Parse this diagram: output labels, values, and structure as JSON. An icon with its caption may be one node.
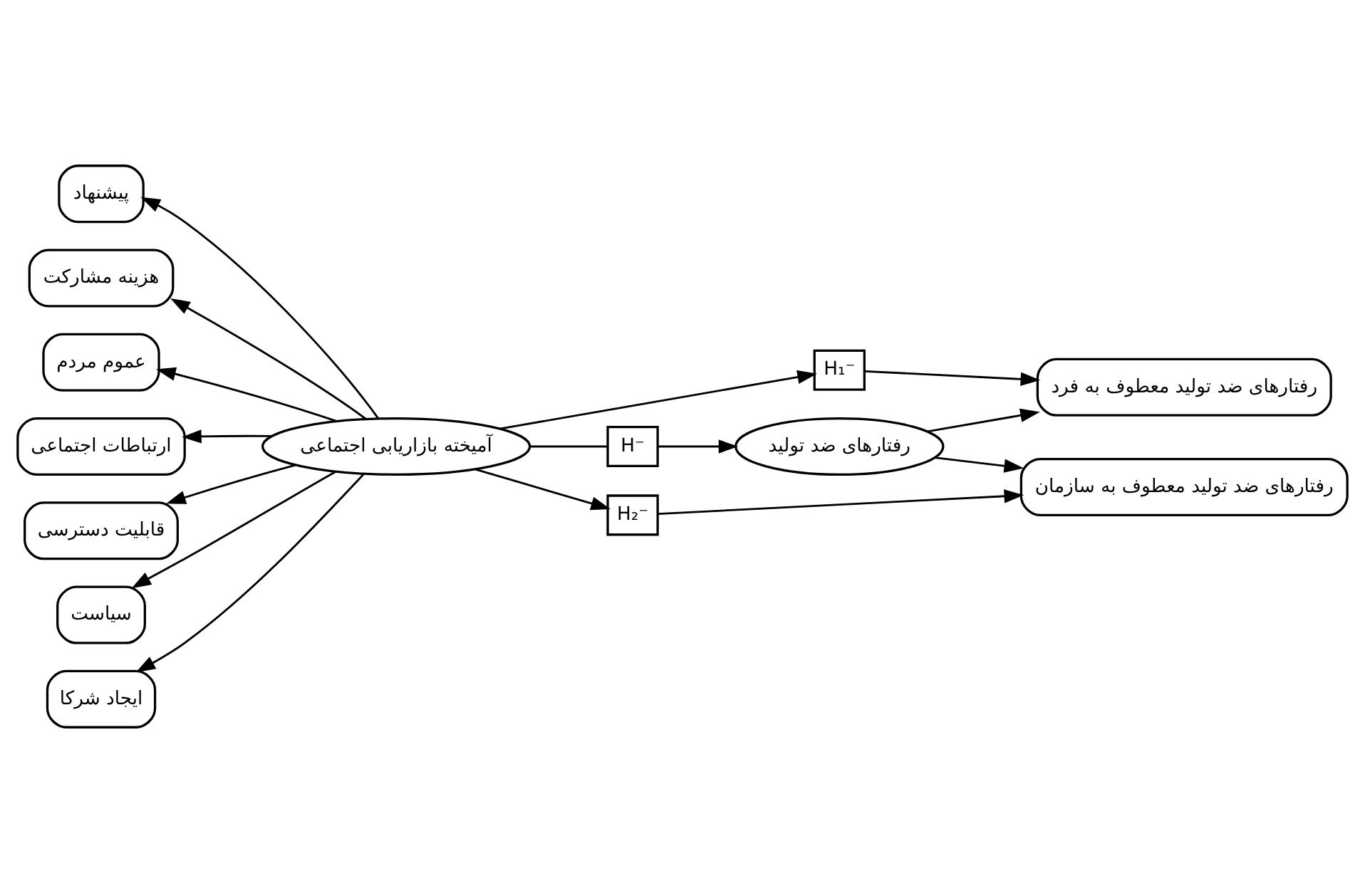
{
  "diagram": {
    "nodes": [
      {
        "text": [
          "پیشنهاد"
        ]
      },
      {
        "text": [
          "هزینه مشارکت"
        ]
      },
      {
        "text": [
          "عموم مردم"
        ]
      },
      {
        "text": [
          "ارتباطات اجتماعی"
        ]
      },
      {
        "text": [
          "قابلیت دسترسی"
        ]
      },
      {
        "text": [
          "سیاست"
        ]
      },
      {
        "text": [
          "ایجاد شرکا"
        ]
      },
      {
        "text": [
          "آمیخته بازاریابی اجتماعی"
        ]
      },
      {
        "text": [
          "H₁⁻"
        ]
      },
      {
        "text": [
          "H⁻"
        ]
      },
      {
        "text": [
          "رفتارهای ضد تولید"
        ]
      },
      {
        "text": [
          "H₂⁻"
        ]
      },
      {
        "text": [
          "رفتارهای ضد تولید معطوف به فرد"
        ]
      },
      {
        "text": [
          "رفتارهای ضد تولید معطوف به سازمان"
        ]
      }
    ],
    "edges": [
      {
        "from": 7,
        "to": 0,
        "arrow": "to"
      },
      {
        "from": 7,
        "to": 1,
        "arrow": "to"
      },
      {
        "from": 7,
        "to": 2,
        "arrow": "to"
      },
      {
        "from": 7,
        "to": 3,
        "arrow": "to"
      },
      {
        "from": 7,
        "to": 4,
        "arrow": "to"
      },
      {
        "from": 7,
        "to": 5,
        "arrow": "to"
      },
      {
        "from": 7,
        "to": 6,
        "arrow": "to"
      },
      {
        "from": 7,
        "to": 8,
        "arrow": "to"
      },
      {
        "from": 8,
        "to": 12,
        "arrow": "to"
      },
      {
        "from": 7,
        "to": 9,
        "arrow": "none"
      },
      {
        "from": 9,
        "to": 10,
        "arrow": "to"
      },
      {
        "from": 10,
        "to": 12,
        "arrow": "to"
      },
      {
        "from": 10,
        "to": 13,
        "arrow": "to"
      },
      {
        "from": 7,
        "to": 11,
        "arrow": "to"
      },
      {
        "from": 11,
        "to": 13,
        "arrow": "to"
      }
    ]
  }
}
